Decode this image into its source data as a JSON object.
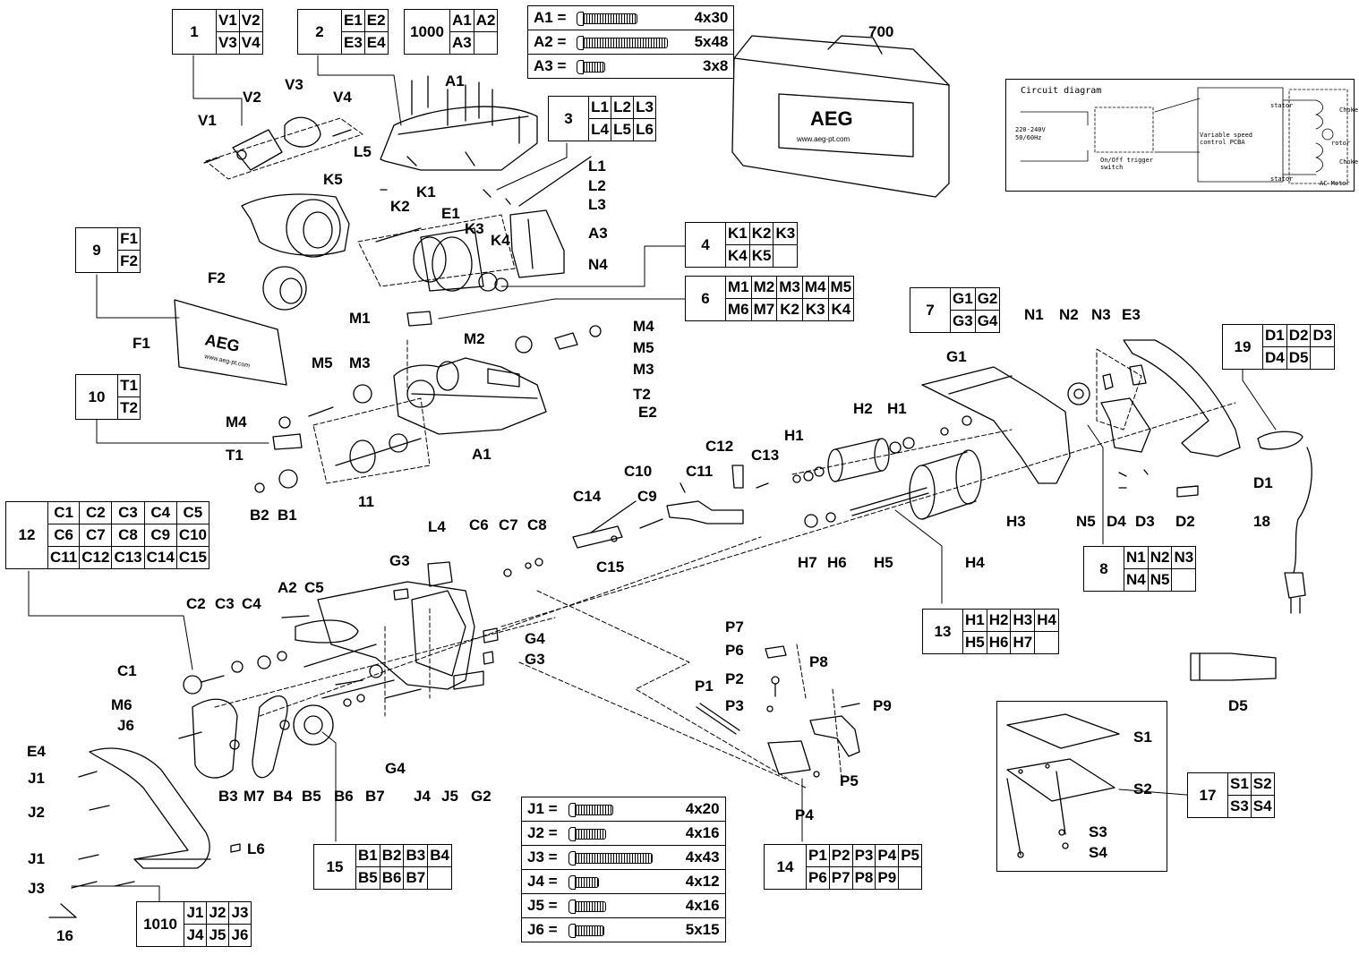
{
  "part_labels": [
    {
      "id": "V1",
      "text": "V1"
    },
    {
      "id": "V2",
      "text": "V2"
    },
    {
      "id": "V3",
      "text": "V3"
    },
    {
      "id": "V4",
      "text": "V4"
    },
    {
      "id": "A1a",
      "text": "A1"
    },
    {
      "id": "A1b",
      "text": "A1"
    },
    {
      "id": "A2",
      "text": "A2"
    },
    {
      "id": "A3",
      "text": "A3"
    },
    {
      "id": "L1",
      "text": "L1"
    },
    {
      "id": "L2",
      "text": "L2"
    },
    {
      "id": "L3",
      "text": "L3"
    },
    {
      "id": "L4",
      "text": "L4"
    },
    {
      "id": "L5",
      "text": "L5"
    },
    {
      "id": "L6",
      "text": "L6"
    },
    {
      "id": "K1",
      "text": "K1"
    },
    {
      "id": "K2",
      "text": "K2"
    },
    {
      "id": "K3",
      "text": "K3"
    },
    {
      "id": "K4",
      "text": "K4"
    },
    {
      "id": "K5",
      "text": "K5"
    },
    {
      "id": "E1",
      "text": "E1"
    },
    {
      "id": "E2",
      "text": "E2"
    },
    {
      "id": "E3",
      "text": "E3"
    },
    {
      "id": "E4",
      "text": "E4"
    },
    {
      "id": "N1",
      "text": "N1"
    },
    {
      "id": "N2",
      "text": "N2"
    },
    {
      "id": "N3",
      "text": "N3"
    },
    {
      "id": "N4",
      "text": "N4"
    },
    {
      "id": "N5",
      "text": "N5"
    },
    {
      "id": "F1",
      "text": "F1"
    },
    {
      "id": "F2",
      "text": "F2"
    },
    {
      "id": "M1",
      "text": "M1"
    },
    {
      "id": "M2",
      "text": "M2"
    },
    {
      "id": "M3a",
      "text": "M3"
    },
    {
      "id": "M3b",
      "text": "M3"
    },
    {
      "id": "M4a",
      "text": "M4"
    },
    {
      "id": "M4b",
      "text": "M4"
    },
    {
      "id": "M5a",
      "text": "M5"
    },
    {
      "id": "M5b",
      "text": "M5"
    },
    {
      "id": "M6",
      "text": "M6"
    },
    {
      "id": "M7",
      "text": "M7"
    },
    {
      "id": "T1",
      "text": "T1"
    },
    {
      "id": "T2",
      "text": "T2"
    },
    {
      "id": "B1",
      "text": "B1"
    },
    {
      "id": "B2",
      "text": "B2"
    },
    {
      "id": "B3",
      "text": "B3"
    },
    {
      "id": "B4",
      "text": "B4"
    },
    {
      "id": "B5",
      "text": "B5"
    },
    {
      "id": "B6",
      "text": "B6"
    },
    {
      "id": "B7",
      "text": "B7"
    },
    {
      "id": "G1",
      "text": "G1"
    },
    {
      "id": "G2",
      "text": "G2"
    },
    {
      "id": "G3a",
      "text": "G3"
    },
    {
      "id": "G3b",
      "text": "G3"
    },
    {
      "id": "G4a",
      "text": "G4"
    },
    {
      "id": "G4b",
      "text": "G4"
    },
    {
      "id": "H1a",
      "text": "H1"
    },
    {
      "id": "H1b",
      "text": "H1"
    },
    {
      "id": "H2",
      "text": "H2"
    },
    {
      "id": "H3",
      "text": "H3"
    },
    {
      "id": "H4",
      "text": "H4"
    },
    {
      "id": "H5",
      "text": "H5"
    },
    {
      "id": "H6",
      "text": "H6"
    },
    {
      "id": "H7",
      "text": "H7"
    },
    {
      "id": "C1",
      "text": "C1"
    },
    {
      "id": "C2",
      "text": "C2"
    },
    {
      "id": "C3",
      "text": "C3"
    },
    {
      "id": "C4",
      "text": "C4"
    },
    {
      "id": "C5",
      "text": "C5"
    },
    {
      "id": "C6",
      "text": "C6"
    },
    {
      "id": "C7",
      "text": "C7"
    },
    {
      "id": "C8",
      "text": "C8"
    },
    {
      "id": "C9",
      "text": "C9"
    },
    {
      "id": "C10",
      "text": "C10"
    },
    {
      "id": "C11",
      "text": "C11"
    },
    {
      "id": "C12",
      "text": "C12"
    },
    {
      "id": "C13",
      "text": "C13"
    },
    {
      "id": "C14",
      "text": "C14"
    },
    {
      "id": "C15",
      "text": "C15"
    },
    {
      "id": "D1",
      "text": "D1"
    },
    {
      "id": "D2",
      "text": "D2"
    },
    {
      "id": "D3",
      "text": "D3"
    },
    {
      "id": "D4",
      "text": "D4"
    },
    {
      "id": "D5",
      "text": "D5"
    },
    {
      "id": "P1",
      "text": "P1"
    },
    {
      "id": "P2",
      "text": "P2"
    },
    {
      "id": "P3",
      "text": "P3"
    },
    {
      "id": "P4",
      "text": "P4"
    },
    {
      "id": "P5",
      "text": "P5"
    },
    {
      "id": "P6",
      "text": "P6"
    },
    {
      "id": "P7",
      "text": "P7"
    },
    {
      "id": "P8",
      "text": "P8"
    },
    {
      "id": "P9",
      "text": "P9"
    },
    {
      "id": "J1a",
      "text": "J1"
    },
    {
      "id": "J1b",
      "text": "J1"
    },
    {
      "id": "J2",
      "text": "J2"
    },
    {
      "id": "J3",
      "text": "J3"
    },
    {
      "id": "J4",
      "text": "J4"
    },
    {
      "id": "J5",
      "text": "J5"
    },
    {
      "id": "J6",
      "text": "J6"
    },
    {
      "id": "S1",
      "text": "S1"
    },
    {
      "id": "S2",
      "text": "S2"
    },
    {
      "id": "S3",
      "text": "S3"
    },
    {
      "id": "S4",
      "text": "S4"
    },
    {
      "id": "n700",
      "text": "700"
    },
    {
      "id": "n11",
      "text": "11"
    },
    {
      "id": "n16",
      "text": "16"
    },
    {
      "id": "n18",
      "text": "18"
    }
  ],
  "kits": [
    {
      "id": "kit1",
      "number": "1",
      "rows": [
        [
          "V1",
          "V2"
        ],
        [
          "V3",
          "V4"
        ]
      ]
    },
    {
      "id": "kit2",
      "number": "2",
      "rows": [
        [
          "E1",
          "E2"
        ],
        [
          "E3",
          "E4"
        ]
      ]
    },
    {
      "id": "kit1000",
      "number": "1000",
      "rows": [
        [
          "A1",
          "A2"
        ],
        [
          "A3",
          ""
        ]
      ]
    },
    {
      "id": "kit3",
      "number": "3",
      "rows": [
        [
          "L1",
          "L2",
          "L3"
        ],
        [
          "L4",
          "L5",
          "L6"
        ]
      ]
    },
    {
      "id": "kit4",
      "number": "4",
      "rows": [
        [
          "K1",
          "K2",
          "K3"
        ],
        [
          "K4",
          "K5",
          ""
        ]
      ]
    },
    {
      "id": "kit6",
      "number": "6",
      "rows": [
        [
          "M1",
          "M2",
          "M3",
          "M4",
          "M5"
        ],
        [
          "M6",
          "M7",
          "K2",
          "K3",
          "K4"
        ]
      ]
    },
    {
      "id": "kit7",
      "number": "7",
      "rows": [
        [
          "G1",
          "G2"
        ],
        [
          "G3",
          "G4"
        ]
      ]
    },
    {
      "id": "kit9",
      "number": "9",
      "rows": [
        [
          "F1"
        ],
        [
          "F2"
        ]
      ]
    },
    {
      "id": "kit10",
      "number": "10",
      "rows": [
        [
          "T1"
        ],
        [
          "T2"
        ]
      ]
    },
    {
      "id": "kit12",
      "number": "12",
      "rows": [
        [
          "C1",
          "C2",
          "C3",
          "C4",
          "C5"
        ],
        [
          "C6",
          "C7",
          "C8",
          "C9",
          "C10"
        ],
        [
          "C11",
          "C12",
          "C13",
          "C14",
          "C15"
        ]
      ]
    },
    {
      "id": "kit13",
      "number": "13",
      "rows": [
        [
          "H1",
          "H2",
          "H3",
          "H4"
        ],
        [
          "H5",
          "H6",
          "H7",
          ""
        ]
      ]
    },
    {
      "id": "kit8",
      "number": "8",
      "rows": [
        [
          "N1",
          "N2",
          "N3"
        ],
        [
          "N4",
          "N5",
          ""
        ]
      ]
    },
    {
      "id": "kit19",
      "number": "19",
      "rows": [
        [
          "D1",
          "D2",
          "D3"
        ],
        [
          "D4",
          "D5",
          ""
        ]
      ]
    },
    {
      "id": "kit14",
      "number": "14",
      "rows": [
        [
          "P1",
          "P2",
          "P3",
          "P4",
          "P5"
        ],
        [
          "P6",
          "P7",
          "P8",
          "P9",
          ""
        ]
      ]
    },
    {
      "id": "kit15",
      "number": "15",
      "rows": [
        [
          "B1",
          "B2",
          "B3",
          "B4"
        ],
        [
          "B5",
          "B6",
          "B7",
          ""
        ]
      ]
    },
    {
      "id": "kit1010",
      "number": "1010",
      "rows": [
        [
          "J1",
          "J2",
          "J3"
        ],
        [
          "J4",
          "J5",
          "J6"
        ]
      ]
    },
    {
      "id": "kit17",
      "number": "17",
      "rows": [
        [
          "S1",
          "S2"
        ],
        [
          "S3",
          "S4"
        ]
      ]
    }
  ],
  "screw_tables": [
    {
      "id": "screwsA",
      "rows": [
        {
          "code": "A1 =",
          "size": "4x30",
          "len": 58
        },
        {
          "code": "A2 =",
          "size": "5x48",
          "len": 92
        },
        {
          "code": "A3 =",
          "size": "3x8",
          "len": 22
        }
      ]
    },
    {
      "id": "screwsJ",
      "rows": [
        {
          "code": "J1 =",
          "size": "4x20",
          "len": 40
        },
        {
          "code": "J2 =",
          "size": "4x16",
          "len": 32
        },
        {
          "code": "J3 =",
          "size": "4x43",
          "len": 84
        },
        {
          "code": "J4 =",
          "size": "4x12",
          "len": 24
        },
        {
          "code": "J5 =",
          "size": "4x16",
          "len": 32
        },
        {
          "code": "J6 =",
          "size": "5x15",
          "len": 30
        }
      ]
    }
  ],
  "circuit": {
    "title": "Circuit diagram",
    "voltage": "220-240V",
    "freq": "50/60Hz",
    "switch": "On/Off trigger",
    "switch2": "switch",
    "pcba": "Variable speed",
    "pcba2": "control PCBA",
    "motor": "AC Motor",
    "stator": "stator",
    "stator2": "stator",
    "rotor": "rotor",
    "choke": "Choke",
    "choke2": "Choke"
  },
  "brand": "AEG",
  "brand_url": "www.aeg-pt.com"
}
